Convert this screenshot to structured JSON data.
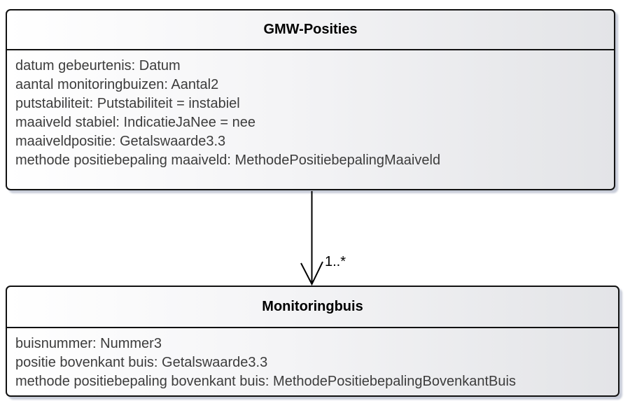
{
  "diagram": {
    "background_color": "#ffffff",
    "box_border_color": "#111111",
    "box_fill_gradient_start": "#ffffff",
    "box_fill_gradient_end": "#e3e4e7",
    "shadow_color": "#99a2b8",
    "attribute_text_color": "#3c3c3c",
    "title_text_color": "#000000"
  },
  "classes": [
    {
      "name": "GMW-Posities",
      "attributes": [
        "datum gebeurtenis: Datum",
        "aantal monitoringbuizen: Aantal2",
        "putstabiliteit: Putstabiliteit = instabiel",
        "maaiveld stabiel: IndicatieJaNee = nee",
        "maaiveldpositie: Getalswaarde3.3",
        "methode positiebepaling maaiveld: MethodePositiebepalingMaaiveld"
      ]
    },
    {
      "name": "Monitoringbuis",
      "attributes": [
        "buisnummer: Nummer3",
        "positie bovenkant buis: Getalswaarde3.3",
        "methode positiebepaling bovenkant buis: MethodePositiebepalingBovenkantBuis"
      ]
    }
  ],
  "relation": {
    "from": "GMW-Posities",
    "to": "Monitoringbuis",
    "multiplicity": "1..*"
  }
}
